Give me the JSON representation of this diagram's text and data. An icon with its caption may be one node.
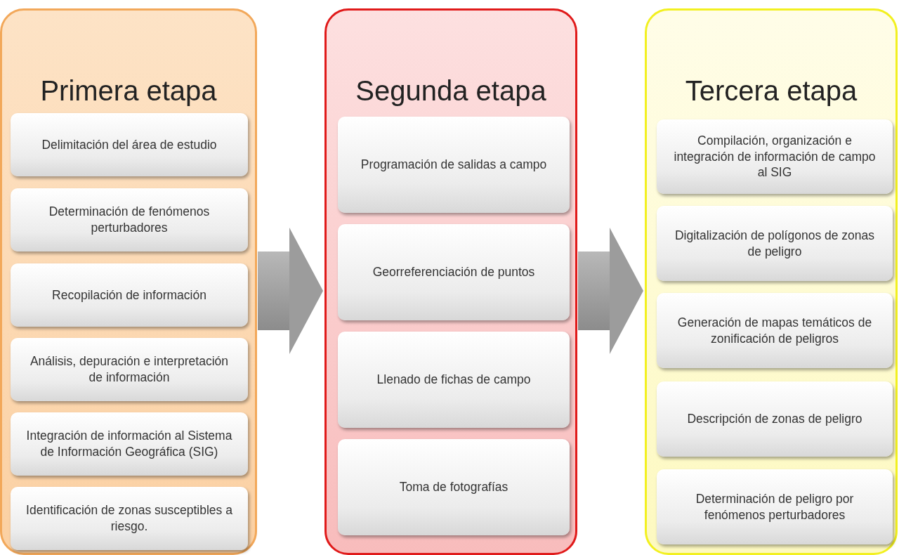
{
  "diagram": {
    "nodes": [
      {
        "text": [
          "Primera etapa"
        ]
      },
      {
        "text": [
          "Delimitación del área de estudio"
        ],
        "in": 0
      },
      {
        "text": [
          "Determinación de fenómenos perturbadores"
        ],
        "in": 0
      },
      {
        "text": [
          "Recopilación de información"
        ],
        "in": 0
      },
      {
        "text": [
          "Análisis, depuración e interpretación de información"
        ],
        "in": 0
      },
      {
        "text": [
          "Integración de información al Sistema de Información Geográfica (SIG)"
        ],
        "in": 0
      },
      {
        "text": [
          "Identificación de zonas susceptibles a riesgo."
        ],
        "in": 0
      },
      {
        "text": [
          "Segunda etapa"
        ]
      },
      {
        "text": [
          "Programación de salidas a campo"
        ],
        "in": 7
      },
      {
        "text": [
          "Georreferenciación de puntos"
        ],
        "in": 7
      },
      {
        "text": [
          "Llenado de fichas de campo"
        ],
        "in": 7
      },
      {
        "text": [
          "Toma de fotografías"
        ],
        "in": 7
      },
      {
        "text": [
          "Tercera etapa"
        ]
      },
      {
        "text": [
          "Compilación, organización e integración de información de campo al SIG"
        ],
        "in": 12
      },
      {
        "text": [
          "Digitalización de polígonos de zonas de peligro"
        ],
        "in": 12
      },
      {
        "text": [
          "Generación de mapas temáticos de zonificación de peligros"
        ],
        "in": 12
      },
      {
        "text": [
          "Descripción de zonas de peligro"
        ],
        "in": 12
      },
      {
        "text": [
          "Determinación de peligro por fenómenos perturbadores"
        ],
        "in": 12
      }
    ],
    "edges": [
      {
        "from": 0,
        "to": 7,
        "arrow": "to",
        "style": "thick"
      },
      {
        "from": 7,
        "to": 12,
        "arrow": "to",
        "style": "thick"
      }
    ]
  }
}
